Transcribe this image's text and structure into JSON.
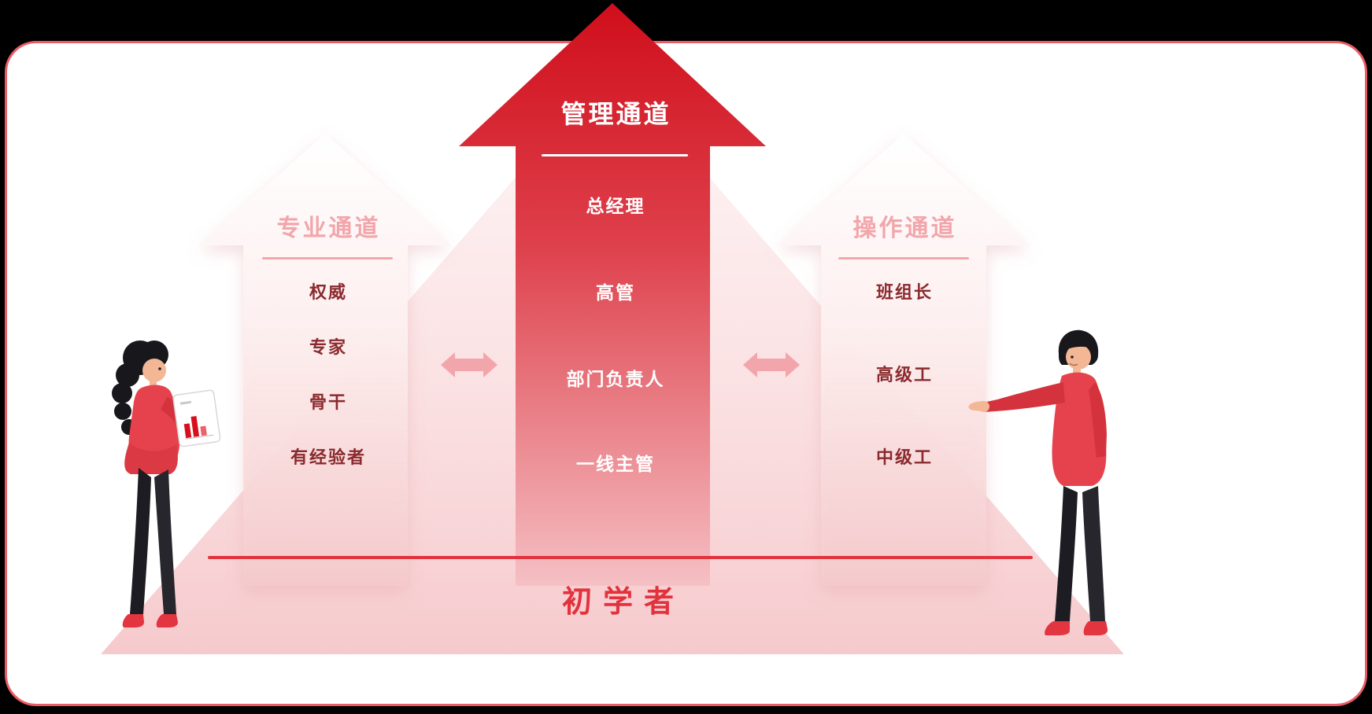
{
  "poster": {
    "channels": {
      "management": {
        "title": "管理通道",
        "levels": [
          "总经理",
          "高管",
          "部门负责人",
          "一线主管"
        ]
      },
      "professional": {
        "title": "专业通道",
        "levels": [
          "权威",
          "专家",
          "骨干",
          "有经验者"
        ]
      },
      "operation": {
        "title": "操作通道",
        "levels": [
          "班组长",
          "高级工",
          "中级工"
        ]
      }
    },
    "base_label": "初学者",
    "colors": {
      "deep_red": "#d0101d",
      "accent_red": "#e2333d",
      "pink_text": "#f2a6ab",
      "dark_level_text": "#8a2a2e",
      "card_border_red": "#ea5c63",
      "soft_pink_background": "#f6c7ca"
    },
    "icons": {
      "left_exchange": "double-arrow-horizontal-icon",
      "right_exchange": "double-arrow-horizontal-icon",
      "left_figure": "woman-with-tablet-illustration",
      "right_figure": "man-pointing-illustration",
      "tablet_chart": "bar-chart-icon"
    }
  }
}
